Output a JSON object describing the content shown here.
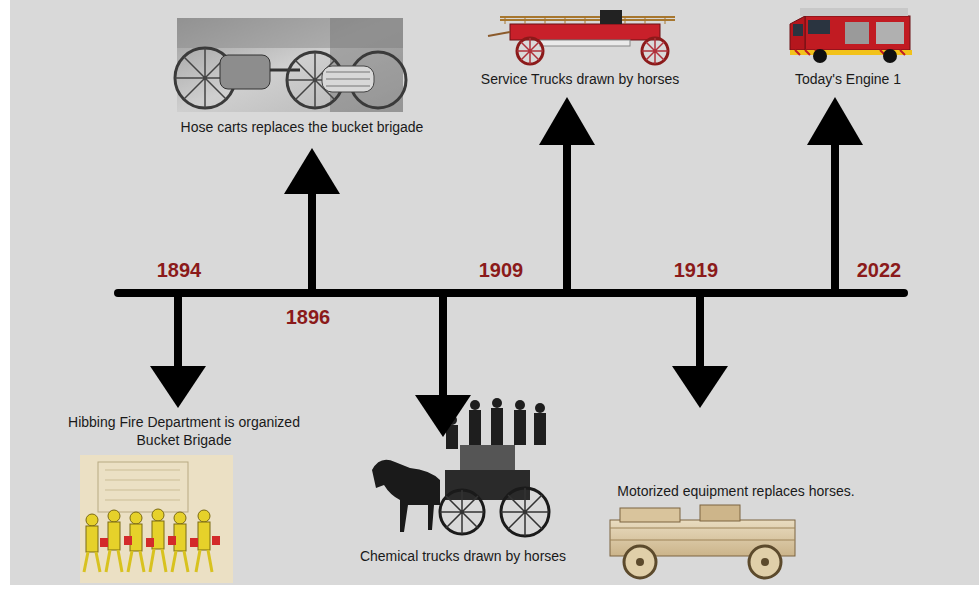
{
  "diagram": {
    "labels": [
      "1894",
      "1896",
      "1909",
      "1919",
      "2022",
      "Hose carts replaces the bucket brigade",
      "Service Trucks drawn by horses",
      "Today's Engine 1",
      "Hibbing Fire Department is organized Bucket Brigade",
      "Chemical trucks drawn by horses",
      "Motorized equipment replaces horses."
    ]
  }
}
